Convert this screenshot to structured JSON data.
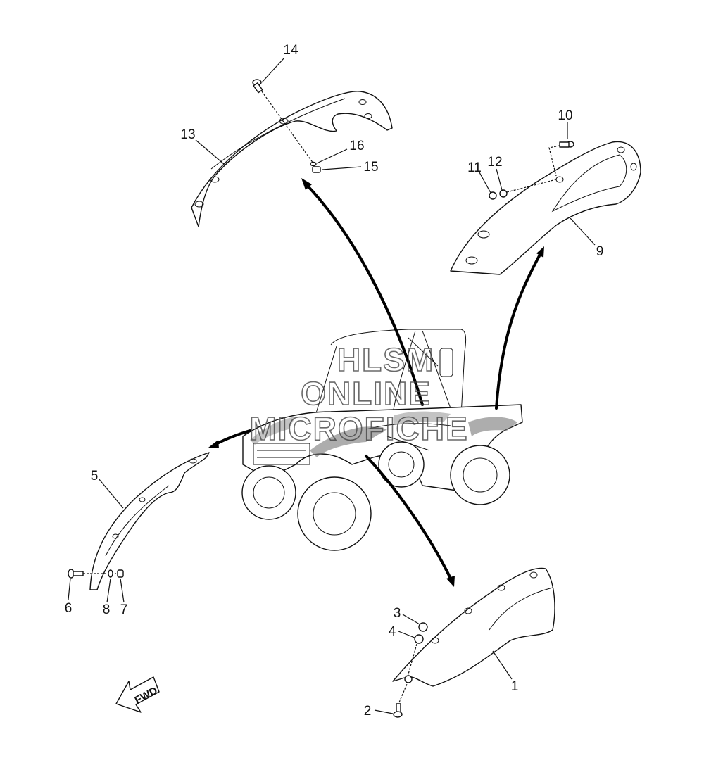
{
  "diagram": {
    "callouts": [
      "1",
      "2",
      "3",
      "4",
      "5",
      "6",
      "7",
      "8",
      "9",
      "10",
      "11",
      "12",
      "13",
      "14",
      "15",
      "16"
    ],
    "watermark": [
      "HLSM",
      "ONLINE",
      "MICROFICHE"
    ],
    "direction_label": "FWD"
  }
}
